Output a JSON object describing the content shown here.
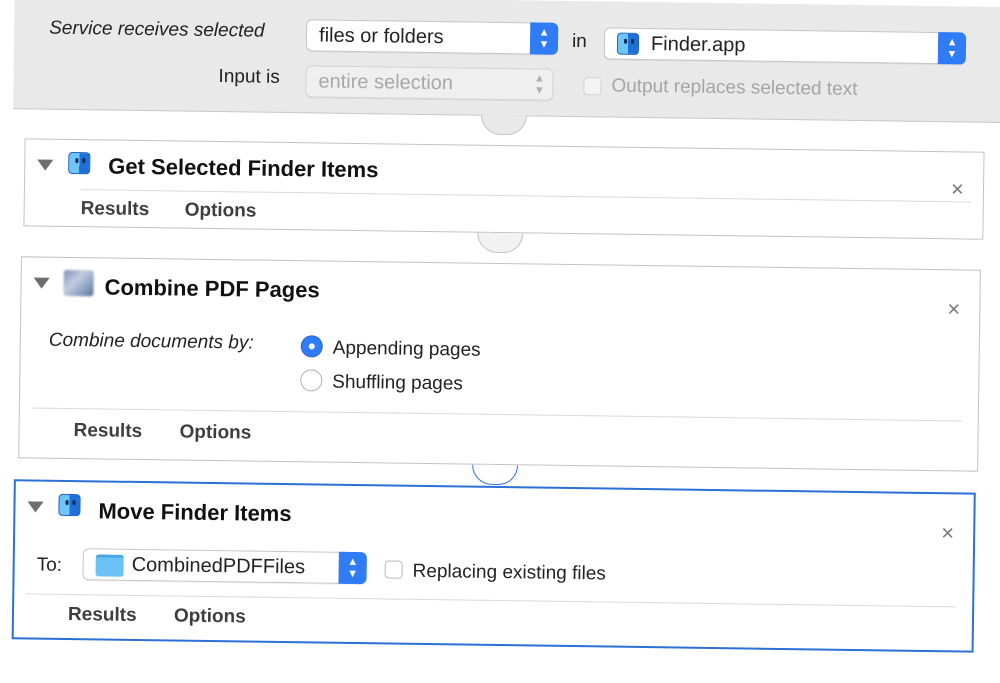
{
  "header": {
    "service_receives_label": "Service receives selected",
    "input_type": "files or folders",
    "in_label": "in",
    "application": "Finder.app",
    "input_is_label": "Input is",
    "input_is_value": "entire selection",
    "output_replaces_label": "Output replaces selected text"
  },
  "actions": [
    {
      "title": "Get Selected Finder Items",
      "tabs": [
        "Results",
        "Options"
      ]
    },
    {
      "title": "Combine PDF Pages",
      "combine_label": "Combine documents by:",
      "options": [
        "Appending pages",
        "Shuffling pages"
      ],
      "selected_option": "Appending pages",
      "tabs": [
        "Results",
        "Options"
      ]
    },
    {
      "title": "Move Finder Items",
      "to_label": "To:",
      "destination": "CombinedPDFFiles",
      "replace_label": "Replacing existing files",
      "tabs": [
        "Results",
        "Options"
      ]
    }
  ],
  "icons": {
    "close": "×",
    "disclosure": "disclosure-triangle-icon"
  },
  "colors": {
    "accent": "#2f7cf6",
    "selection_border": "#2c6fd6",
    "header_bg": "#e9e9e9"
  }
}
